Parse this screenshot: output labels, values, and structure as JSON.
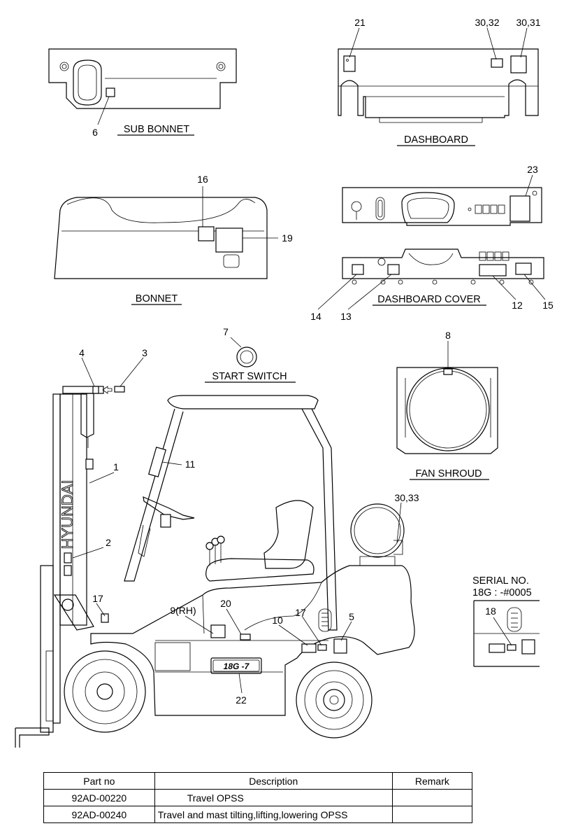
{
  "titles": {
    "sub_bonnet": "SUB BONNET",
    "dashboard": "DASHBOARD",
    "bonnet": "BONNET",
    "dashboard_cover": "DASHBOARD COVER",
    "start_switch": "START SWITCH",
    "fan_shroud": "FAN SHROUD",
    "serial_line1": "SERIAL NO.",
    "serial_line2": "18G : -#0005"
  },
  "callouts": {
    "c1": "1",
    "c2": "2",
    "c3": "3",
    "c4": "4",
    "c5": "5",
    "c6": "6",
    "c7": "7",
    "c8": "8",
    "c9": "9(RH)",
    "c10": "10",
    "c11": "11",
    "c12": "12",
    "c13": "13",
    "c14": "14",
    "c15": "15",
    "c16": "16",
    "c17a": "17",
    "c17b": "17",
    "c18": "18",
    "c19": "19",
    "c20": "20",
    "c21": "21",
    "c22": "22",
    "c23": "23",
    "c3032": "30,32",
    "c3031": "30,31",
    "c3033": "30,33"
  },
  "mast_text": "HYUNDAI",
  "model_badge": "18G -7",
  "table": {
    "headers": [
      "Part no",
      "Description",
      "Remark"
    ],
    "rows": [
      {
        "part": "92AD-00220",
        "desc": "Travel OPSS",
        "remark": ""
      },
      {
        "part": "92AD-00240",
        "desc": "Travel and mast tilting,lifting,lowering OPSS",
        "remark": ""
      }
    ]
  }
}
